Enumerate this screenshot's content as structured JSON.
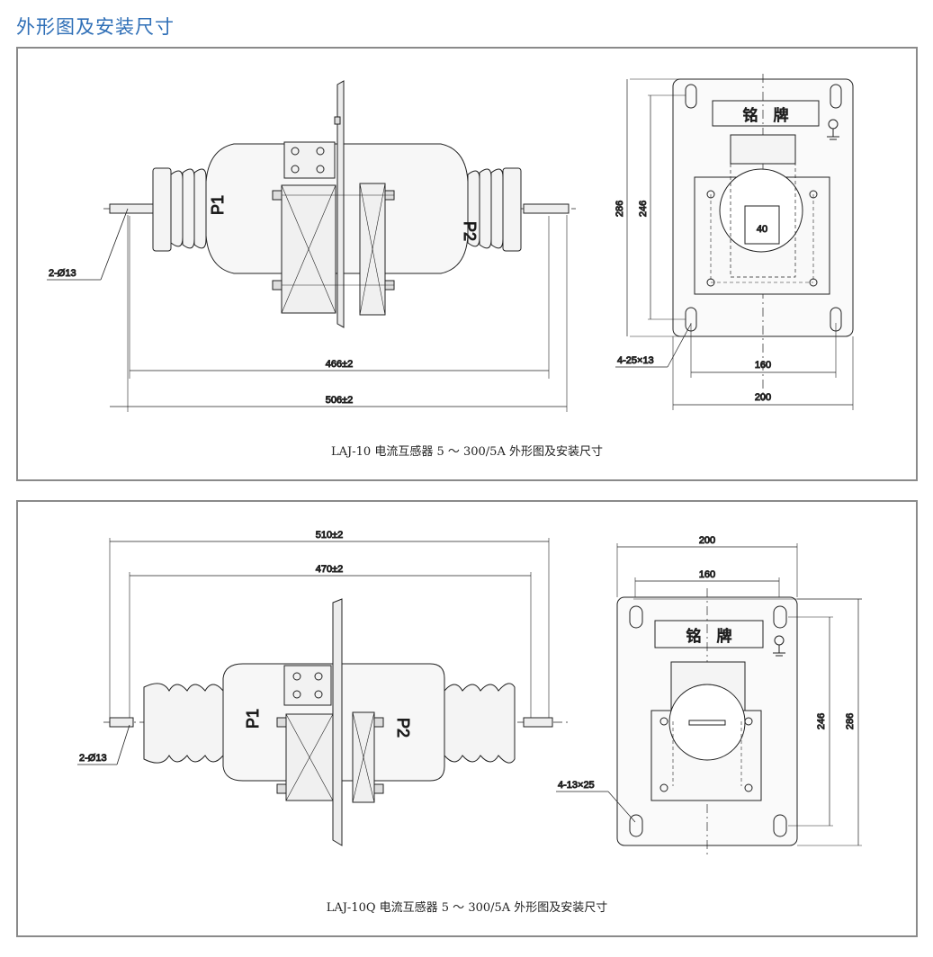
{
  "page_title": "外形图及安装尺寸",
  "panel1": {
    "caption": "LAJ-10 电流互感器 5 ～ 300/5A 外形图及安装尺寸",
    "left": {
      "p1": "P1",
      "p2": "P2",
      "dim_inner": "466±2",
      "dim_outer": "506±2",
      "hole": "2-Ø13"
    },
    "right": {
      "nameplate": "铭　牌",
      "h_outer": "286",
      "h_inner": "246",
      "w_inner": "160",
      "w_outer": "200",
      "slot": "4-25×13",
      "core": "40"
    }
  },
  "panel2": {
    "caption": "LAJ-10Q 电流互感器 5 ～ 300/5A 外形图及安装尺寸",
    "left": {
      "p1": "P1",
      "p2": "P2",
      "dim_outer": "510±2",
      "dim_inner": "470±2",
      "hole": "2-Ø13"
    },
    "right": {
      "nameplate": "铭　牌",
      "w_outer": "200",
      "w_inner": "160",
      "h_inner": "246",
      "h_outer": "286",
      "slot": "4-13×25"
    }
  }
}
